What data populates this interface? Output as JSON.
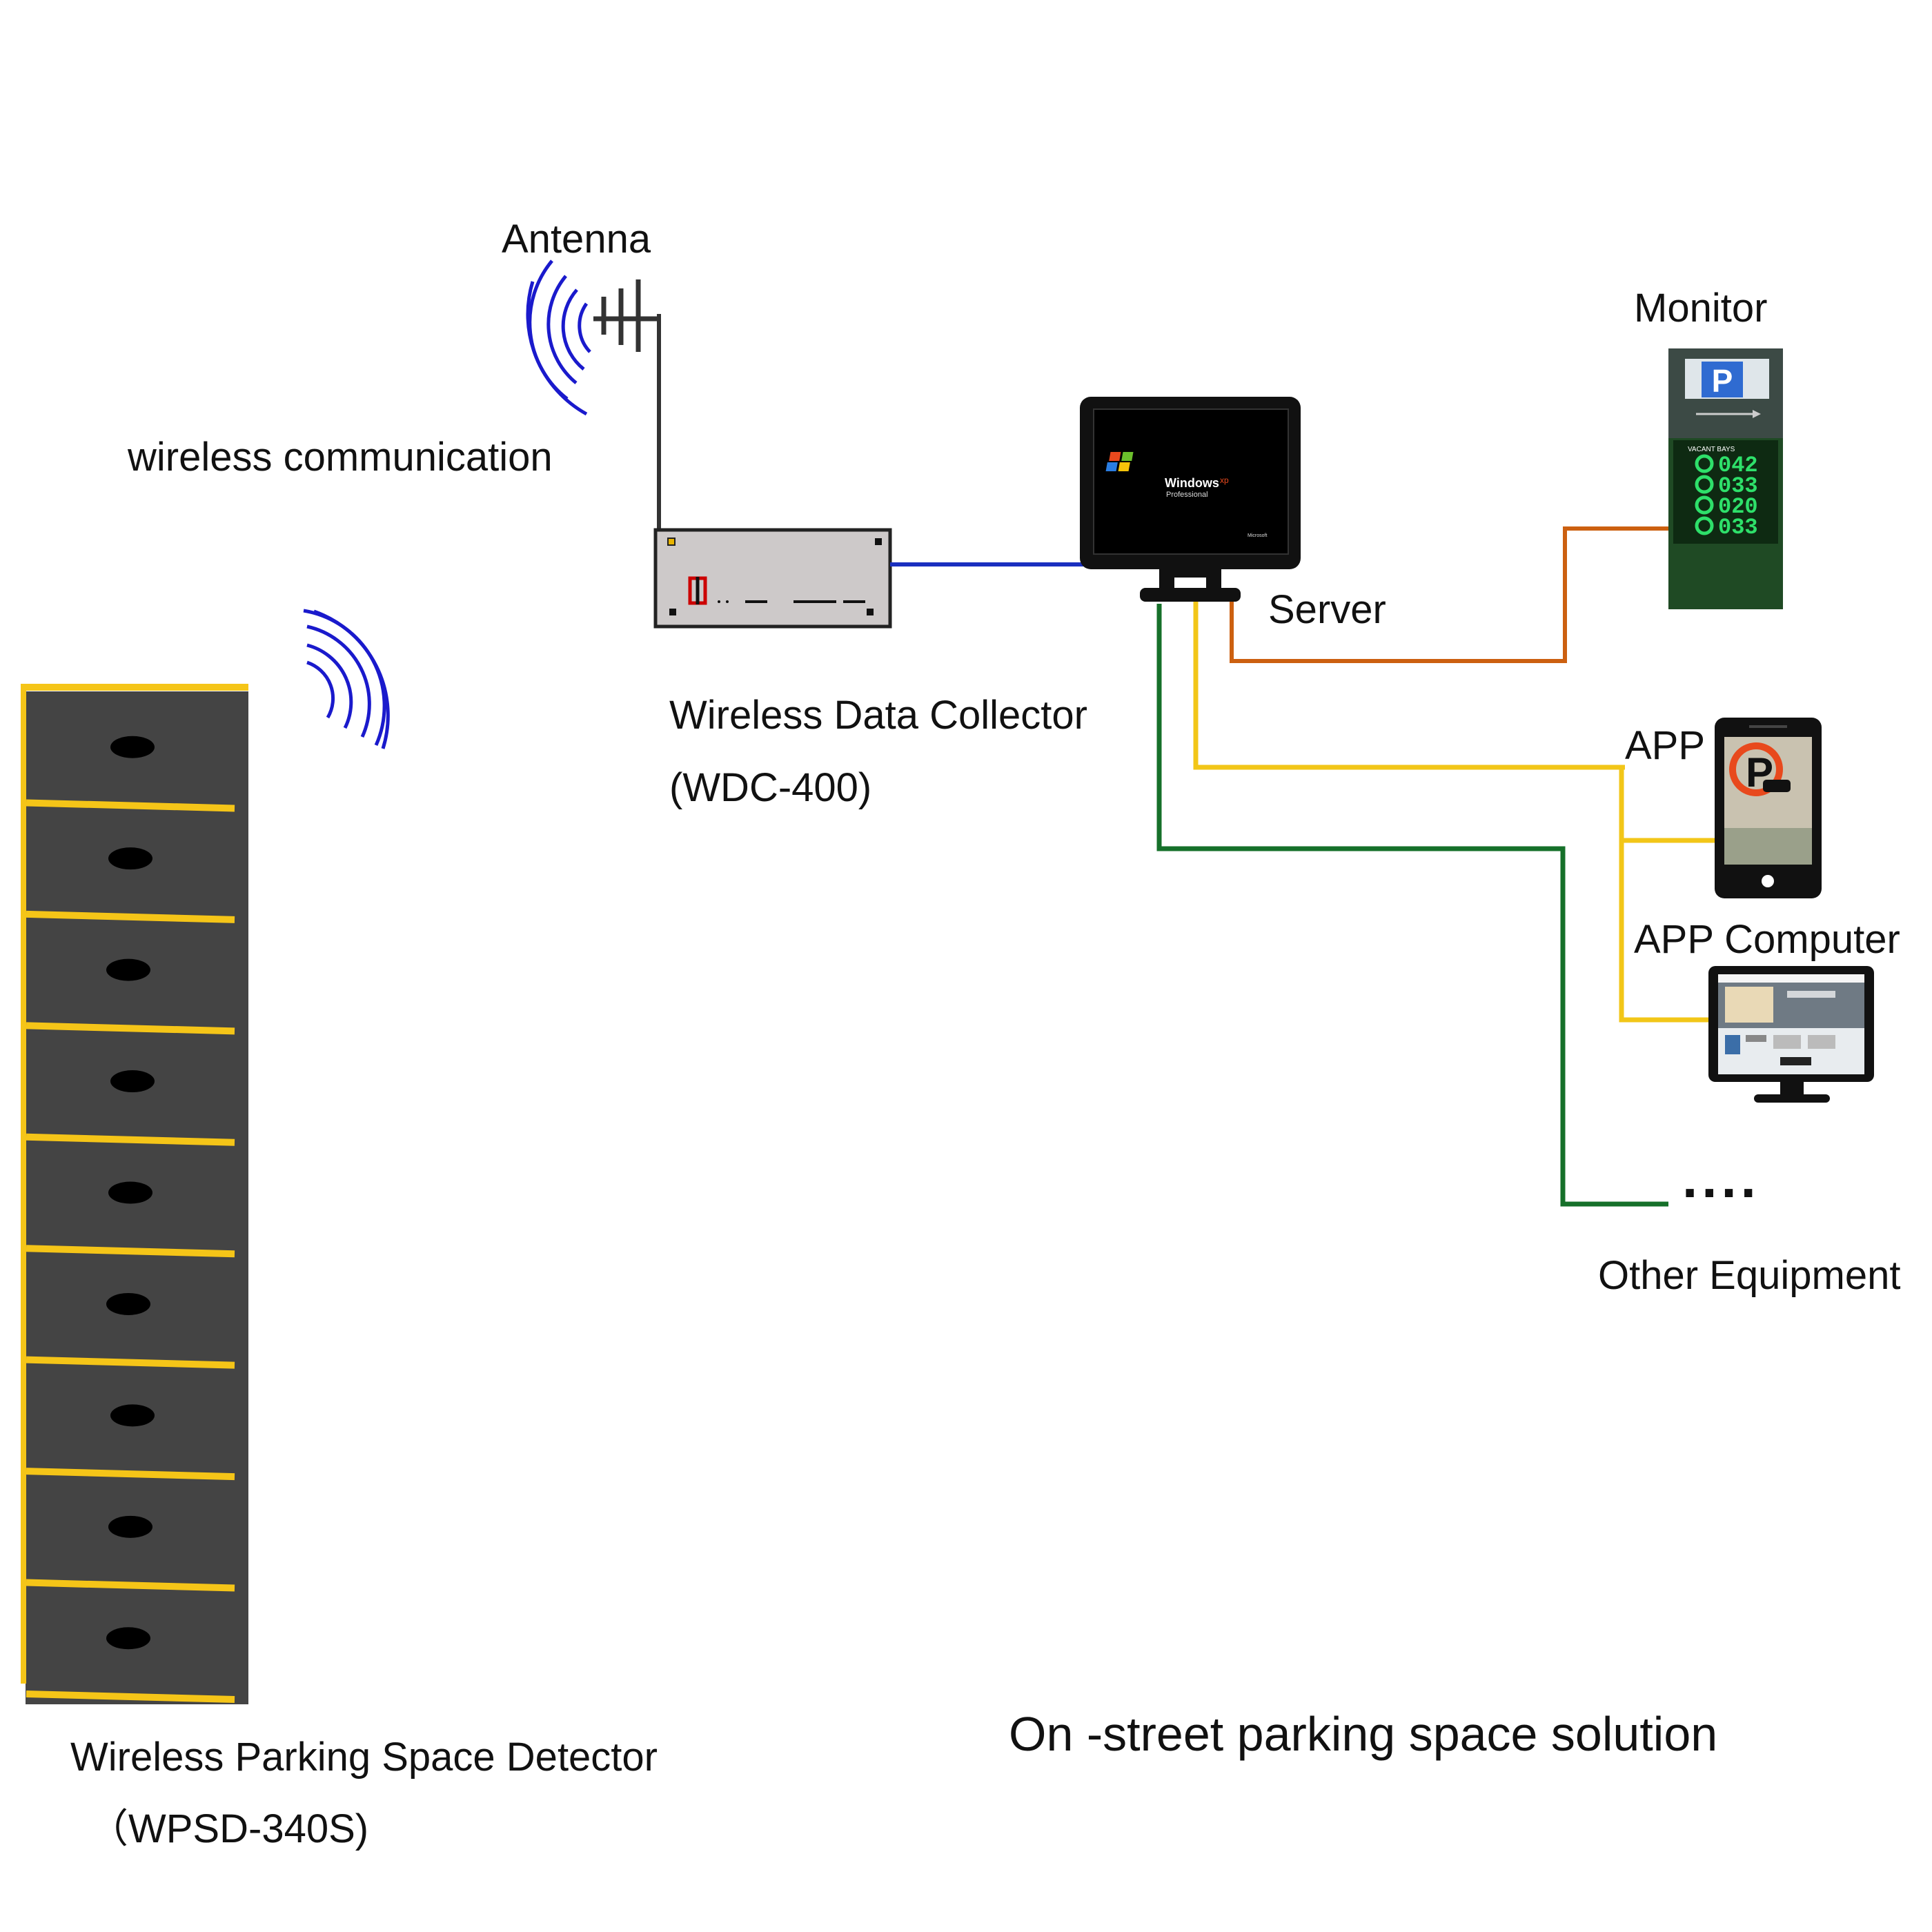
{
  "labels": {
    "antenna": "Antenna",
    "wireless_comm": "wireless communication",
    "server": "Server",
    "monitor": "Monitor",
    "collector_name": "Wireless Data Collector",
    "collector_model": "(WDC-400)",
    "app": "APP",
    "app_computer": "APP Computer",
    "other_equipment": "Other Equipment",
    "detector_name": "Wireless Parking Space Detector",
    "detector_model": "（WPSD-340S)",
    "solution_title": "On -street parking space solution"
  },
  "server_screen": {
    "os_brand": "Windows",
    "os_version": "xp",
    "os_edition": "Professional",
    "vendor": "Microsoft"
  },
  "parking_sign": {
    "symbol": "P",
    "row_label": "VACANT  BAYS",
    "counts": [
      "042",
      "033",
      "020",
      "033"
    ]
  },
  "other_equipment_dots": "....",
  "parking_bays": 9,
  "colors": {
    "radio_waves": "#1a1acc",
    "link_collector_server": "#1a2fbf",
    "link_monitor": "#cc6010",
    "link_app": "#f2c618",
    "link_other": "#16702a",
    "bay_lines": "#f5c518",
    "asphalt": "#444444",
    "sign_digits": "#2ee06a"
  }
}
